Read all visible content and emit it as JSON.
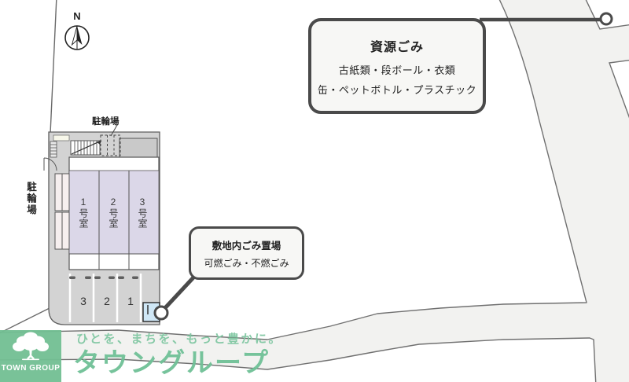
{
  "map": {
    "compass_label": "N",
    "bicycle_parking_top": "駐輪場",
    "bicycle_parking_left": "駐輪場",
    "rooms": [
      {
        "label": "1号室"
      },
      {
        "label": "2号室"
      },
      {
        "label": "3号室"
      }
    ],
    "parking": [
      {
        "number": "3"
      },
      {
        "number": "2"
      },
      {
        "number": "1"
      }
    ]
  },
  "callouts": {
    "recyclable_waste": {
      "title": "資源ごみ",
      "line1": "古紙類・段ボール・衣類",
      "line2": "缶・ペットボトル・プラスチック"
    },
    "onsite_waste": {
      "title": "敷地内ごみ置場",
      "line1": "可燃ごみ・不燃ごみ"
    }
  },
  "footer": {
    "logo_caption": "TOWN GROUP",
    "tagline": "ひとを、まちを、もっと豊かに。",
    "brand": "タウングループ"
  },
  "colors": {
    "brand_green": "#72bf92",
    "site_fill": "#d3d3d3",
    "room_fill": "#dbd7e8",
    "road_fill": "#f2f2f0",
    "callout_border": "#4a4a4a",
    "waste_box_blue": "#cfe7f6"
  }
}
